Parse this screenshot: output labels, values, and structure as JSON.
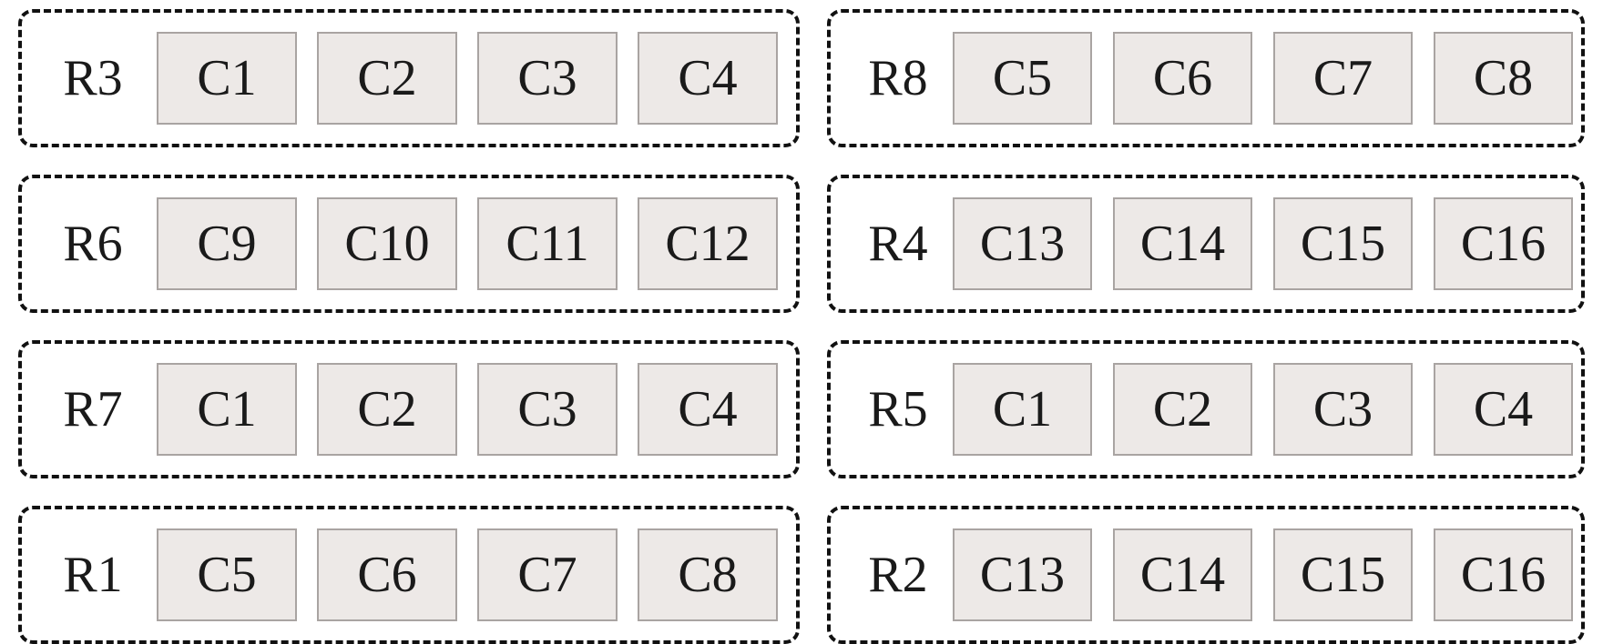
{
  "groups": [
    {
      "label": "R3",
      "cells": [
        "C1",
        "C2",
        "C3",
        "C4"
      ]
    },
    {
      "label": "R8",
      "cells": [
        "C5",
        "C6",
        "C7",
        "C8"
      ]
    },
    {
      "label": "R6",
      "cells": [
        "C9",
        "C10",
        "C11",
        "C12"
      ]
    },
    {
      "label": "R4",
      "cells": [
        "C13",
        "C14",
        "C15",
        "C16"
      ]
    },
    {
      "label": "R7",
      "cells": [
        "C1",
        "C2",
        "C3",
        "C4"
      ]
    },
    {
      "label": "R5",
      "cells": [
        "C1",
        "C2",
        "C3",
        "C4"
      ]
    },
    {
      "label": "R1",
      "cells": [
        "C5",
        "C6",
        "C7",
        "C8"
      ]
    },
    {
      "label": "R2",
      "cells": [
        "C13",
        "C14",
        "C15",
        "C16"
      ]
    }
  ],
  "colors": {
    "cell_fill": "#ede9e7",
    "cell_border": "#a9a4a2",
    "group_border": "#111111"
  }
}
